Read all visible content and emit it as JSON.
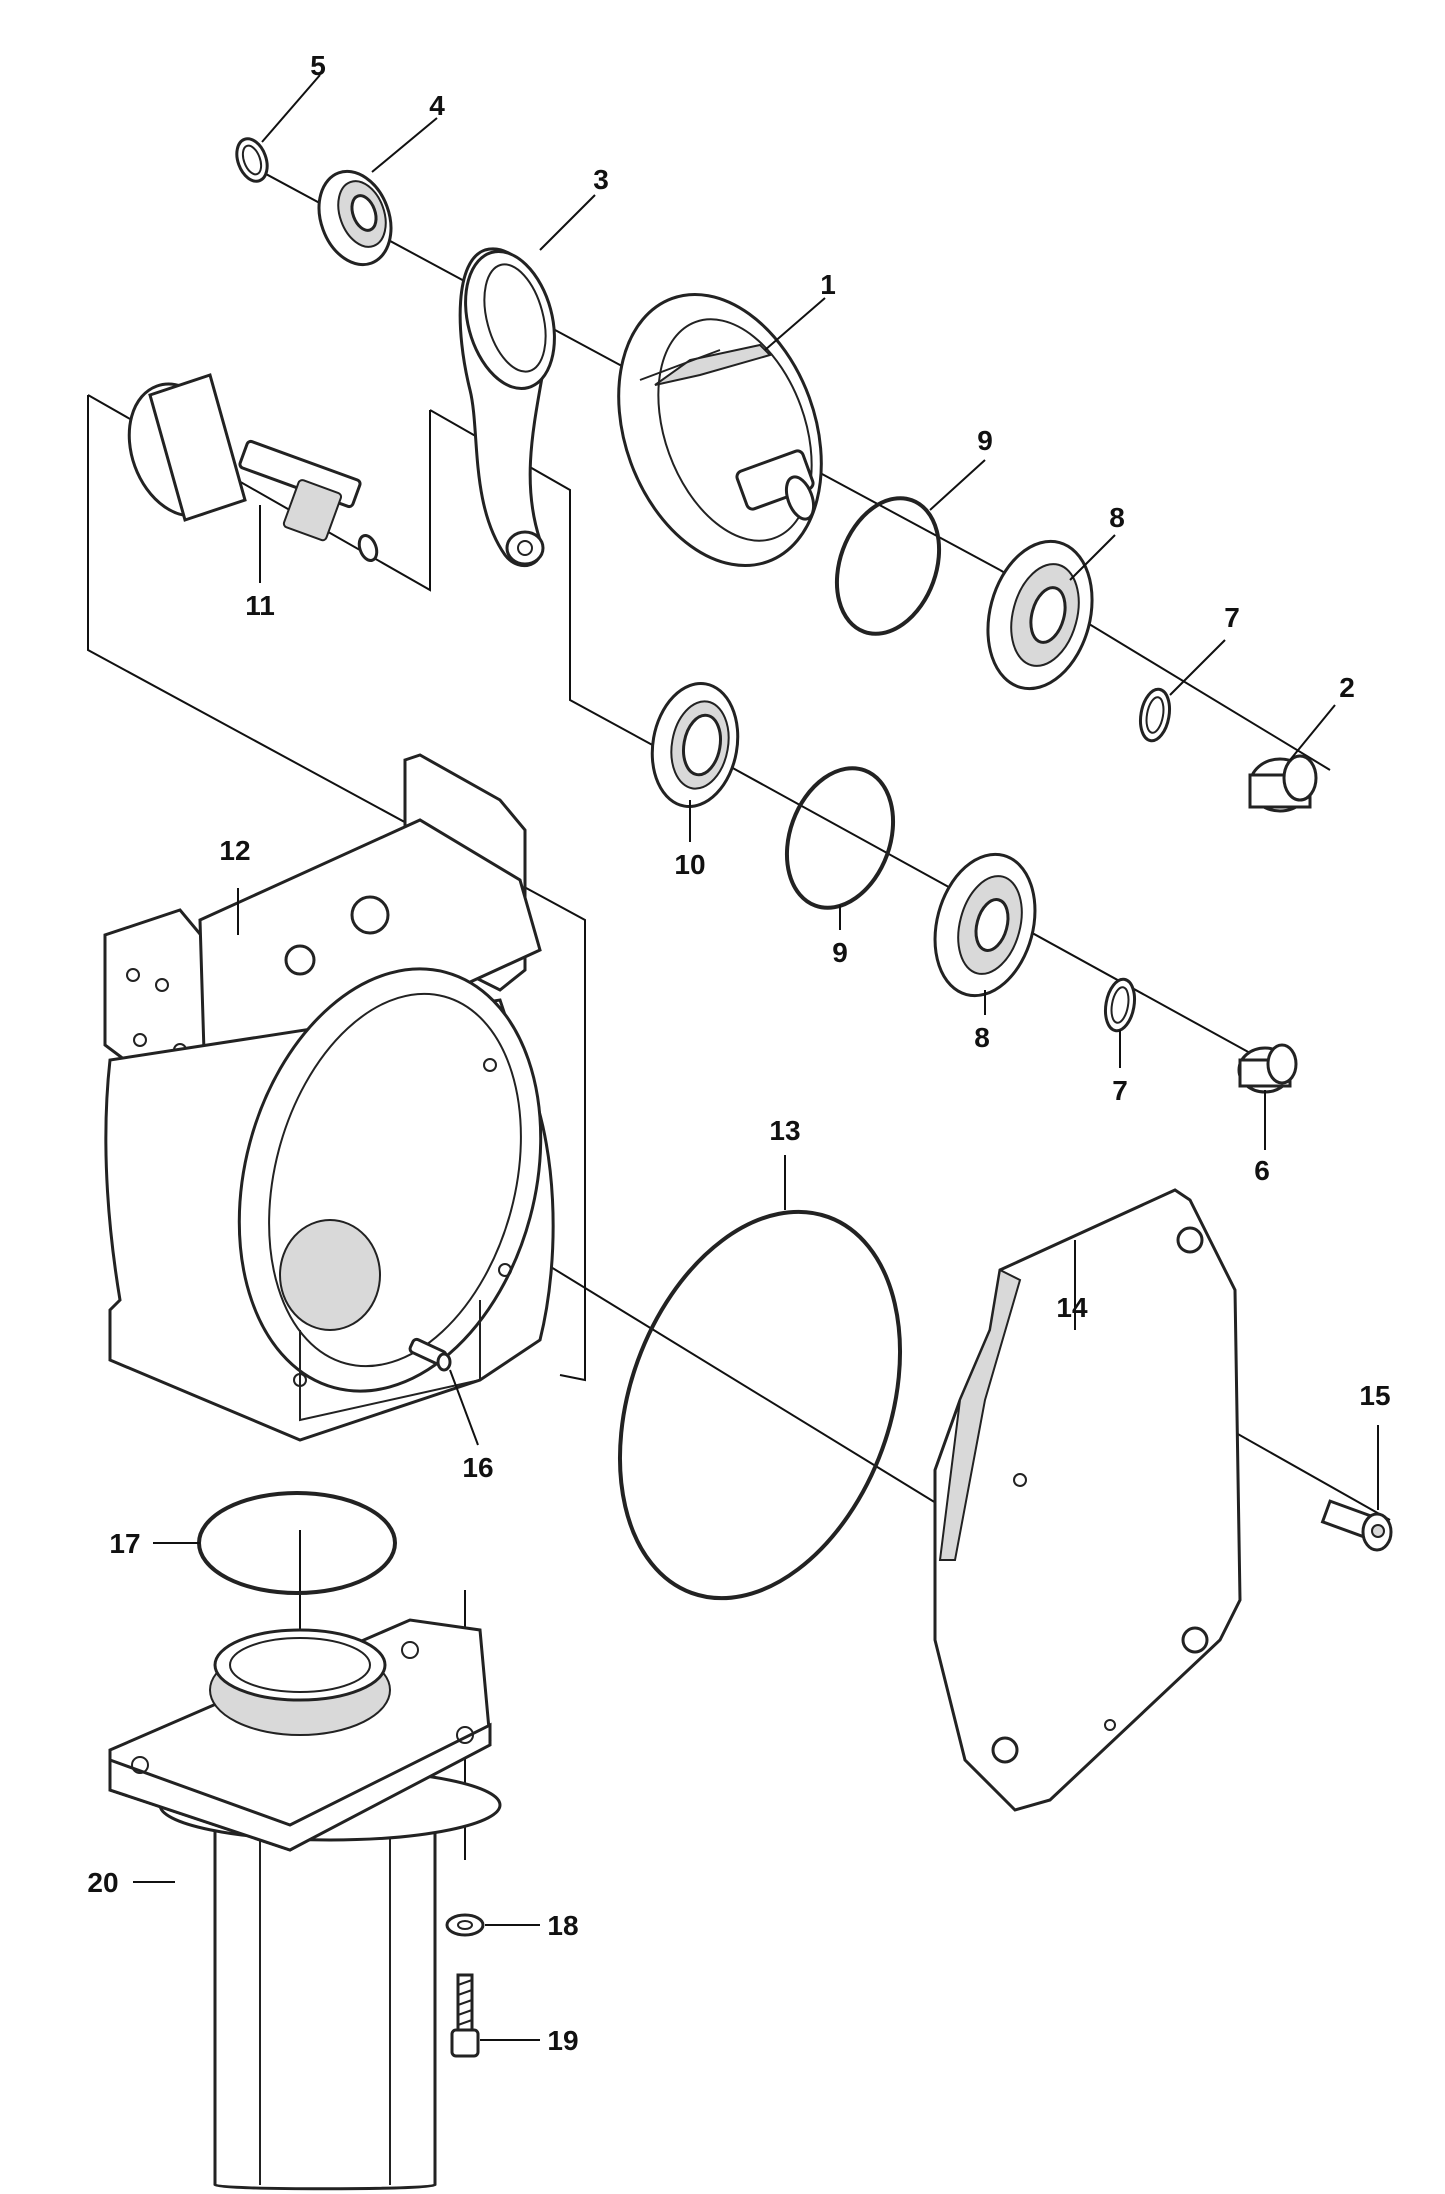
{
  "callouts": [
    {
      "id": "c1",
      "label": "1"
    },
    {
      "id": "c2",
      "label": "2"
    },
    {
      "id": "c3",
      "label": "3"
    },
    {
      "id": "c4",
      "label": "4"
    },
    {
      "id": "c5",
      "label": "5"
    },
    {
      "id": "c6",
      "label": "6"
    },
    {
      "id": "c7a",
      "label": "7"
    },
    {
      "id": "c7b",
      "label": "7"
    },
    {
      "id": "c8a",
      "label": "8"
    },
    {
      "id": "c8b",
      "label": "8"
    },
    {
      "id": "c9a",
      "label": "9"
    },
    {
      "id": "c9b",
      "label": "9"
    },
    {
      "id": "c10",
      "label": "10"
    },
    {
      "id": "c11",
      "label": "11"
    },
    {
      "id": "c12",
      "label": "12"
    },
    {
      "id": "c13",
      "label": "13"
    },
    {
      "id": "c14",
      "label": "14"
    },
    {
      "id": "c15",
      "label": "15"
    },
    {
      "id": "c16",
      "label": "16"
    },
    {
      "id": "c17",
      "label": "17"
    },
    {
      "id": "c18",
      "label": "18"
    },
    {
      "id": "c19",
      "label": "19"
    },
    {
      "id": "c20",
      "label": "20"
    }
  ]
}
